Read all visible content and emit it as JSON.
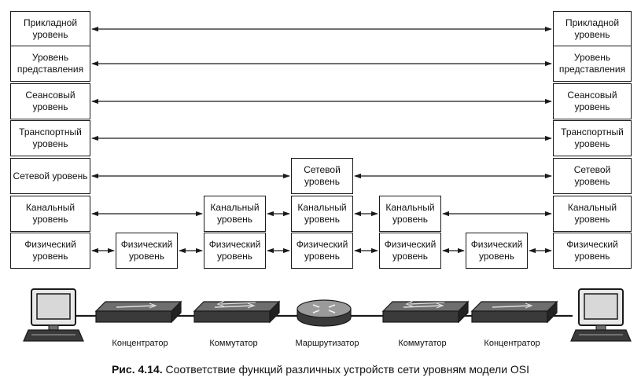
{
  "stacks": {
    "left": [
      "Прикладной уровень",
      "Уровень представления",
      "Сеансовый уровень",
      "Транспортный уровень",
      "Сетевой уровень",
      "Канальный уровень",
      "Физический уровень"
    ],
    "right": [
      "Прикладной уровень",
      "Уровень представления",
      "Сеансовый уровень",
      "Транспортный уровень",
      "Сетевой уровень",
      "Канальный уровень",
      "Физический уровень"
    ],
    "hub1": [
      "Физический уровень"
    ],
    "switch1": [
      "Канальный уровень",
      "Физический уровень"
    ],
    "router": [
      "Сетевой уровень",
      "Канальный уровень",
      "Физический уровень"
    ],
    "switch2": [
      "Канальный уровень",
      "Физический уровень"
    ],
    "hub2": [
      "Физический уровень"
    ]
  },
  "devices": {
    "hub1": "Концентратор",
    "switch1": "Коммутатор",
    "router": "Маршрутизатор",
    "switch2": "Коммутатор",
    "hub2": "Концентратор"
  },
  "caption": {
    "number": "Рис. 4.14.",
    "text": "Соответствие функций различных устройств сети уровням модели OSI"
  },
  "colors": {
    "ink": "#1a1a1a",
    "device_dark": "#3a3a3a",
    "device_mid": "#6e6e6e",
    "device_light": "#9a9a9a",
    "screen": "#d8d8d8"
  }
}
